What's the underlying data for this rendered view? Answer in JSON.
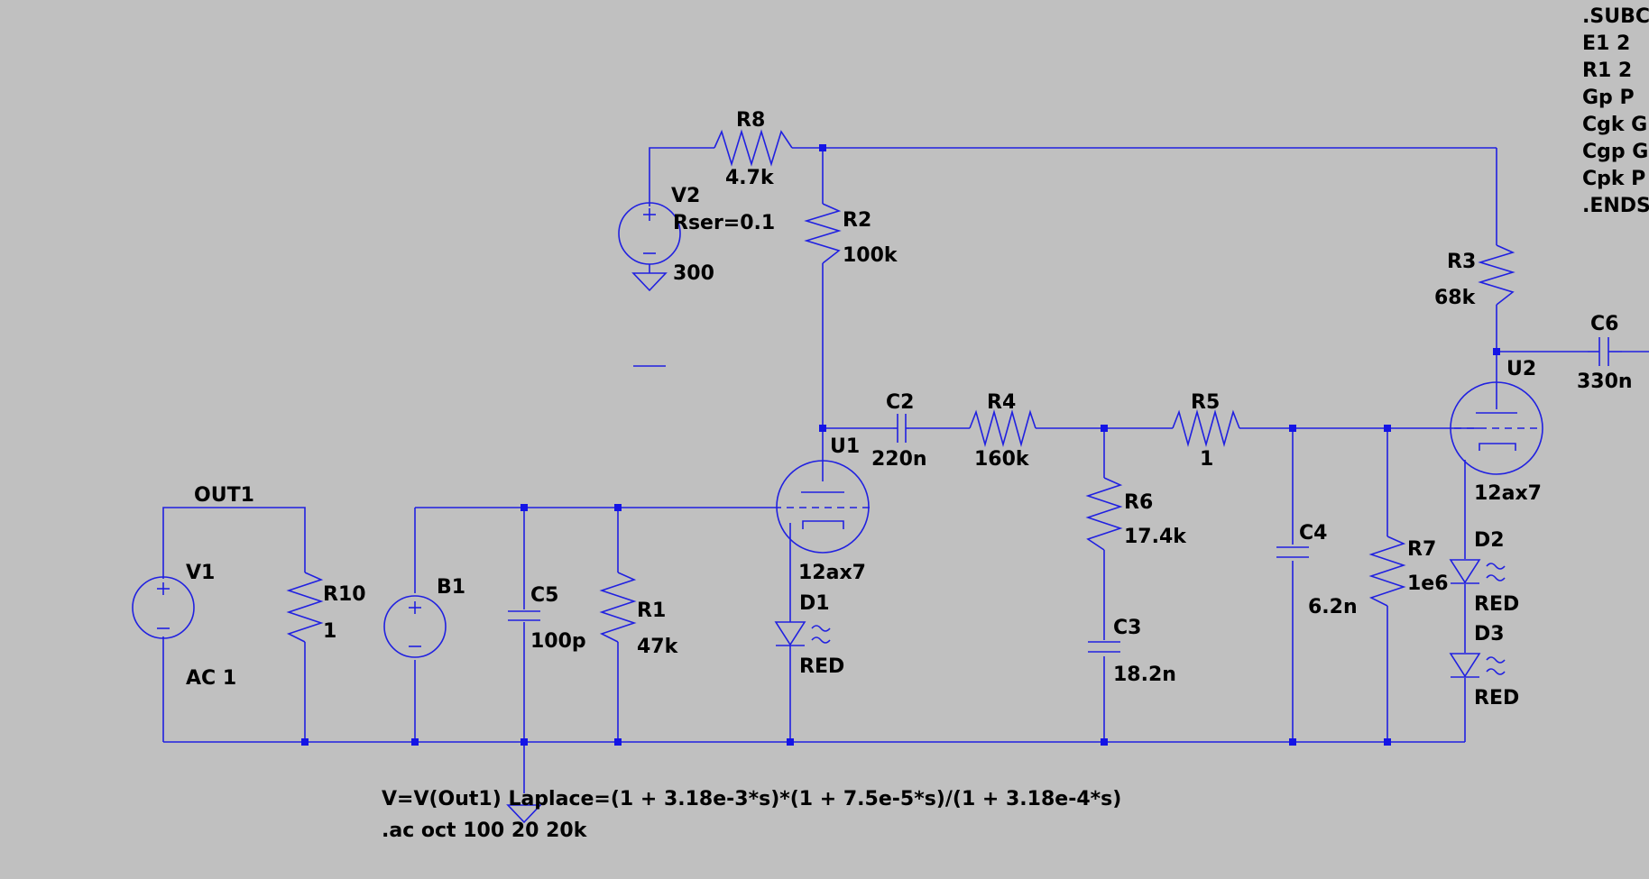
{
  "directive": {
    "lines": [
      ".SUBC",
      "E1  2",
      "R1  2",
      "Gp  P",
      "Cgk G",
      "Cgp G",
      "Cpk P",
      ".ENDS"
    ]
  },
  "components": {
    "R8": {
      "name": "R8",
      "value": "4.7k"
    },
    "V2": {
      "name": "V2",
      "param": "Rser=0.1",
      "value": "300"
    },
    "R2": {
      "name": "R2",
      "value": "100k"
    },
    "R3": {
      "name": "R3",
      "value": "68k"
    },
    "C6": {
      "name": "C6",
      "value": "330n"
    },
    "U2": {
      "name": "U2",
      "value": "12ax7"
    },
    "C2": {
      "name": "C2",
      "value": "220n"
    },
    "R4": {
      "name": "R4",
      "value": "160k"
    },
    "R5": {
      "name": "R5",
      "value": "1"
    },
    "U1": {
      "name": "U1",
      "value": "12ax7"
    },
    "R6": {
      "name": "R6",
      "value": "17.4k"
    },
    "C4": {
      "name": "C4",
      "value": "6.2n"
    },
    "R7": {
      "name": "R7",
      "value": "1e6"
    },
    "D2": {
      "name": "D2",
      "value": "RED"
    },
    "D3": {
      "name": "D3",
      "value": "RED"
    },
    "D1": {
      "name": "D1",
      "value": "RED"
    },
    "C3": {
      "name": "C3",
      "value": "18.2n"
    },
    "V1": {
      "name": "V1",
      "value": "AC 1"
    },
    "R10": {
      "name": "R10",
      "value": "1"
    },
    "B1": {
      "name": "B1"
    },
    "C5": {
      "name": "C5",
      "value": "100p"
    },
    "R1": {
      "name": "R1",
      "value": "47k"
    }
  },
  "net_labels": {
    "out1": "OUT1"
  },
  "annotations": {
    "behavioral": "V=V(Out1) Laplace=(1 + 3.18e-3*s)*(1 + 7.5e-5*s)/(1 + 3.18e-4*s)",
    "analysis": ".ac oct 100 20 20k"
  },
  "colors": {
    "background": "#c0c0c0",
    "wire": "#2020e0",
    "text": "#000000"
  }
}
